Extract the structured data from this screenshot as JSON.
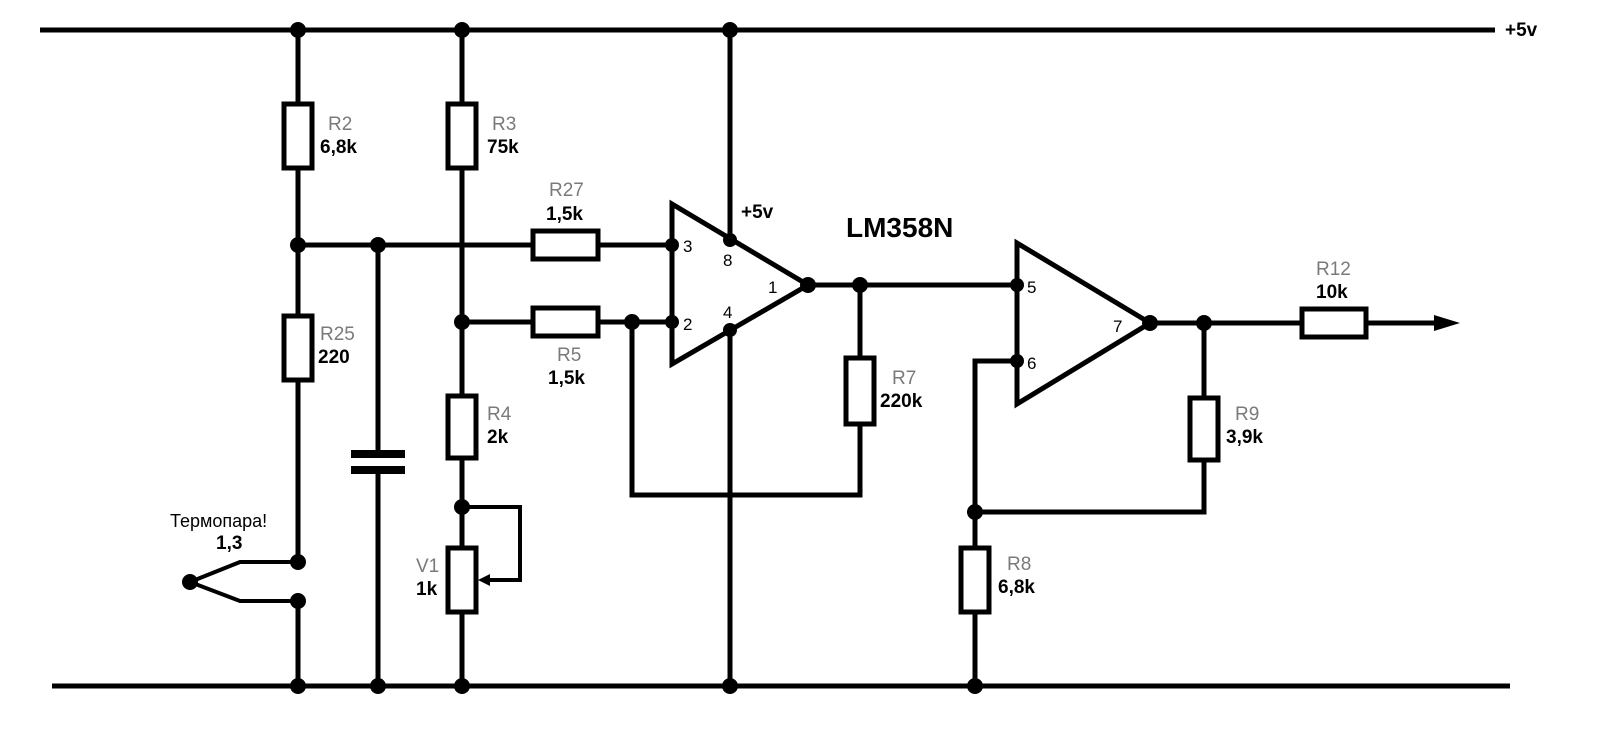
{
  "rails": {
    "vcc_label": "+5v"
  },
  "chip": {
    "name": "LM358N",
    "supply_label": "+5v"
  },
  "opamp1": {
    "pins": {
      "plus": "3",
      "minus": "2",
      "out": "1",
      "vcc": "8",
      "gnd": "4"
    }
  },
  "opamp2": {
    "pins": {
      "plus": "5",
      "minus": "6",
      "out": "7"
    }
  },
  "resistors": {
    "r2": {
      "ref": "R2",
      "value": "6,8k"
    },
    "r3": {
      "ref": "R3",
      "value": "75k"
    },
    "r27": {
      "ref": "R27",
      "value": "1,5k"
    },
    "r25": {
      "ref": "R25",
      "value": "220"
    },
    "r5": {
      "ref": "R5",
      "value": "1,5k"
    },
    "r4": {
      "ref": "R4",
      "value": "2k"
    },
    "v1": {
      "ref": "V1",
      "value": "1k"
    },
    "r7": {
      "ref": "R7",
      "value": "220k"
    },
    "r8": {
      "ref": "R8",
      "value": "6,8k"
    },
    "r9": {
      "ref": "R9",
      "value": "3,9k"
    },
    "r12": {
      "ref": "R12",
      "value": "10k"
    }
  },
  "thermocouple": {
    "label": "Термопара!",
    "value": "1,3"
  }
}
